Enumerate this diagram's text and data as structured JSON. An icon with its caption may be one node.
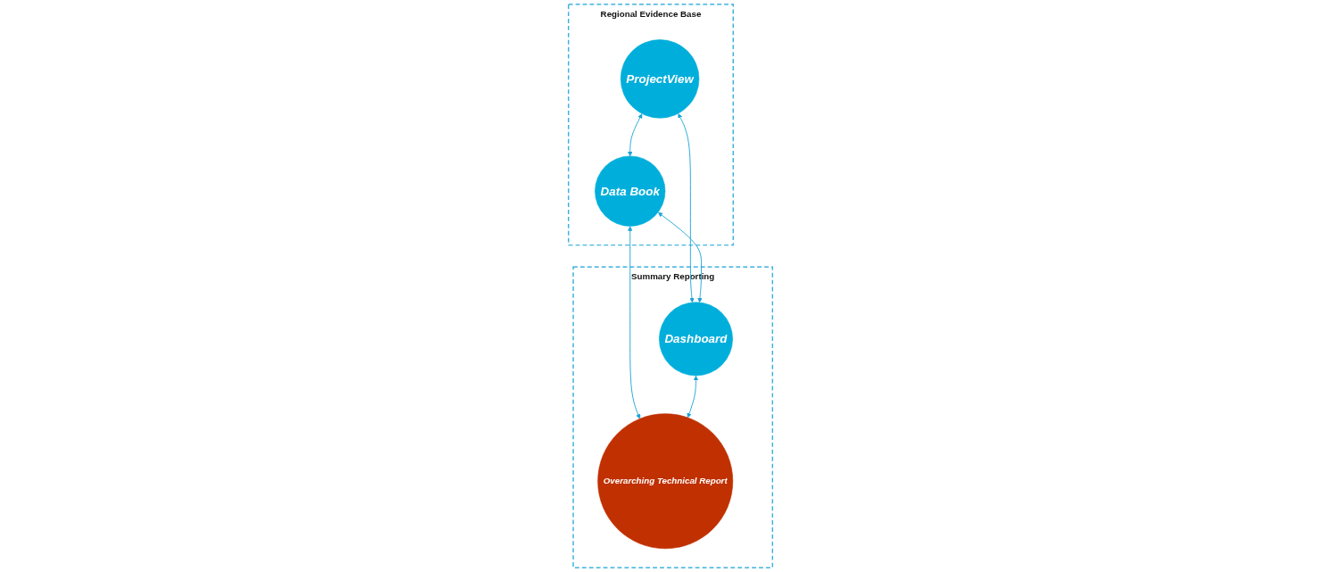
{
  "diagram": {
    "nodes": [
      {
        "text": [
          "Regional Evidence Base"
        ]
      },
      {
        "text": [
          "ProjectView"
        ],
        "in": 0
      },
      {
        "text": [
          "Data Book"
        ],
        "in": 0
      },
      {
        "text": [
          "Summary Reporting"
        ]
      },
      {
        "text": [
          "Dashboard"
        ],
        "in": 3
      },
      {
        "text": [
          "Overarching Technical Report"
        ],
        "in": 3
      }
    ],
    "edges": [
      {
        "from": 1,
        "to": 2,
        "arrow": "both"
      },
      {
        "from": 1,
        "to": 4,
        "arrow": "both"
      },
      {
        "from": 2,
        "to": 4,
        "arrow": "both"
      },
      {
        "from": 2,
        "to": 5,
        "arrow": "both"
      },
      {
        "from": 4,
        "to": 5,
        "arrow": "both"
      }
    ]
  }
}
